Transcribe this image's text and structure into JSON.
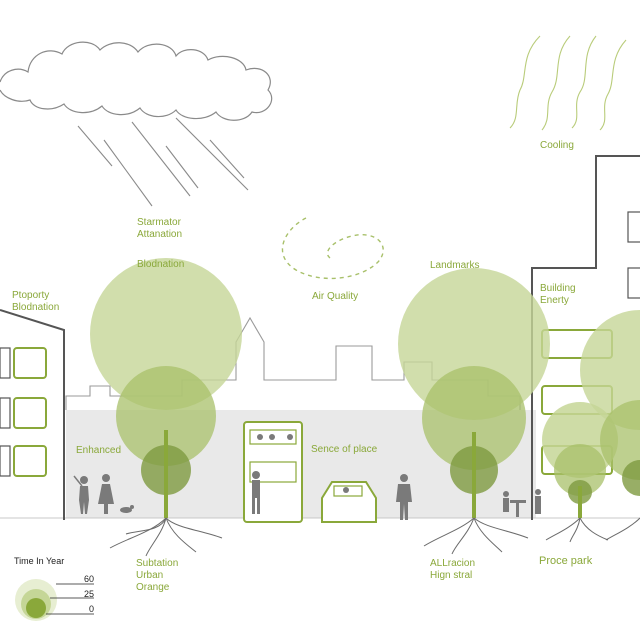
{
  "colors": {
    "accent": "#8aa83a",
    "canopy_light": "#c5d697",
    "canopy_mid": "#a8c06a",
    "canopy_dark": "#7e9a40",
    "building_line": "#555555",
    "skyline": "#9a9a9a",
    "silhouette": "#7a7a7a",
    "ground_fill": "#e6e6e6",
    "label": "#8aa83a"
  },
  "labels": {
    "starmator": [
      "Starmator",
      "Attanation"
    ],
    "blodnation": "Blodnation",
    "property": [
      "Ptoporty",
      "Blodnation"
    ],
    "air_quality": "Air Quality",
    "landmarks": "Landmarks",
    "cooling": "Cooling",
    "building_energy": [
      "Building",
      "Enerty"
    ],
    "enhanced": "Enhanced",
    "sense_of_place": "Sence of place",
    "subtation": [
      "Subtation",
      "Urban",
      "Orange"
    ],
    "allracion": [
      "ALLracion",
      "Hign stral"
    ],
    "proce_park": "Proce park"
  },
  "legend": {
    "title": "Time In Year",
    "values": [
      "60",
      "25",
      "0"
    ]
  },
  "icons": {
    "cloud": "rain-cloud-icon",
    "tree": "tree-icon",
    "person": "person-icon",
    "car": "car-icon",
    "bus": "bus-shelter-icon",
    "wind": "air-swirl-icon",
    "heat": "heat-wave-icon"
  }
}
